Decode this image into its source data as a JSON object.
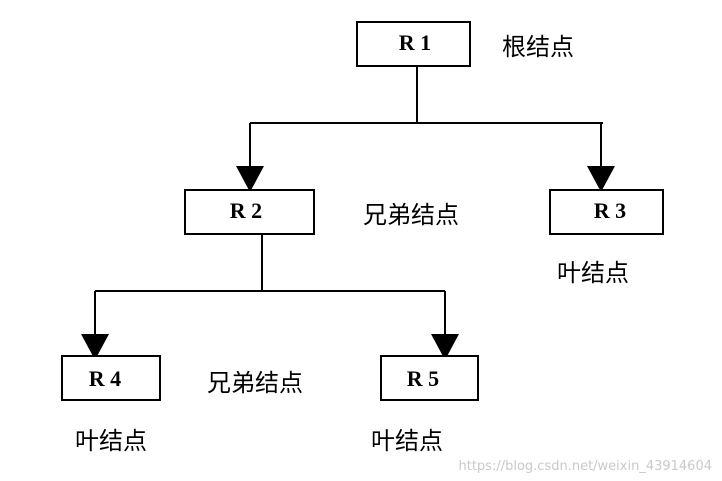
{
  "nodes": {
    "r1": "R 1",
    "r2": "R 2",
    "r3": "R 3",
    "r4": "R 4",
    "r5": "R 5"
  },
  "annotations": {
    "root": "根结点",
    "sibling_level2": "兄弟结点",
    "leaf_r3": "叶结点",
    "sibling_level3": "兄弟结点",
    "leaf_r4": "叶结点",
    "leaf_r5": "叶结点"
  },
  "watermark": "https://blog.csdn.net/weixin_43914604",
  "colors": {
    "line": "#000000",
    "watermark": "#c9c9c9"
  }
}
